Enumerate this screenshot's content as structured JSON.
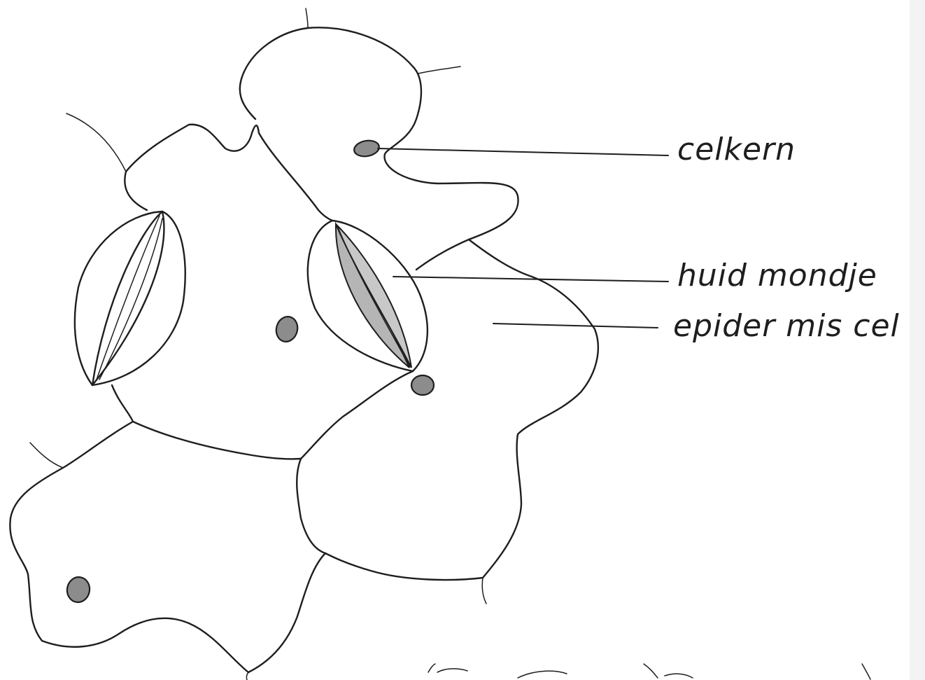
{
  "labels": {
    "nucleus": "celkern",
    "stoma": "huid mondje",
    "epidermis_cell": "epider mis cel"
  },
  "colors": {
    "ink": "#1e1e1e",
    "nucleus_fill": "#8c8c8c",
    "guard_cell_fill": "#b5b5b5",
    "paper": "#ffffff"
  }
}
